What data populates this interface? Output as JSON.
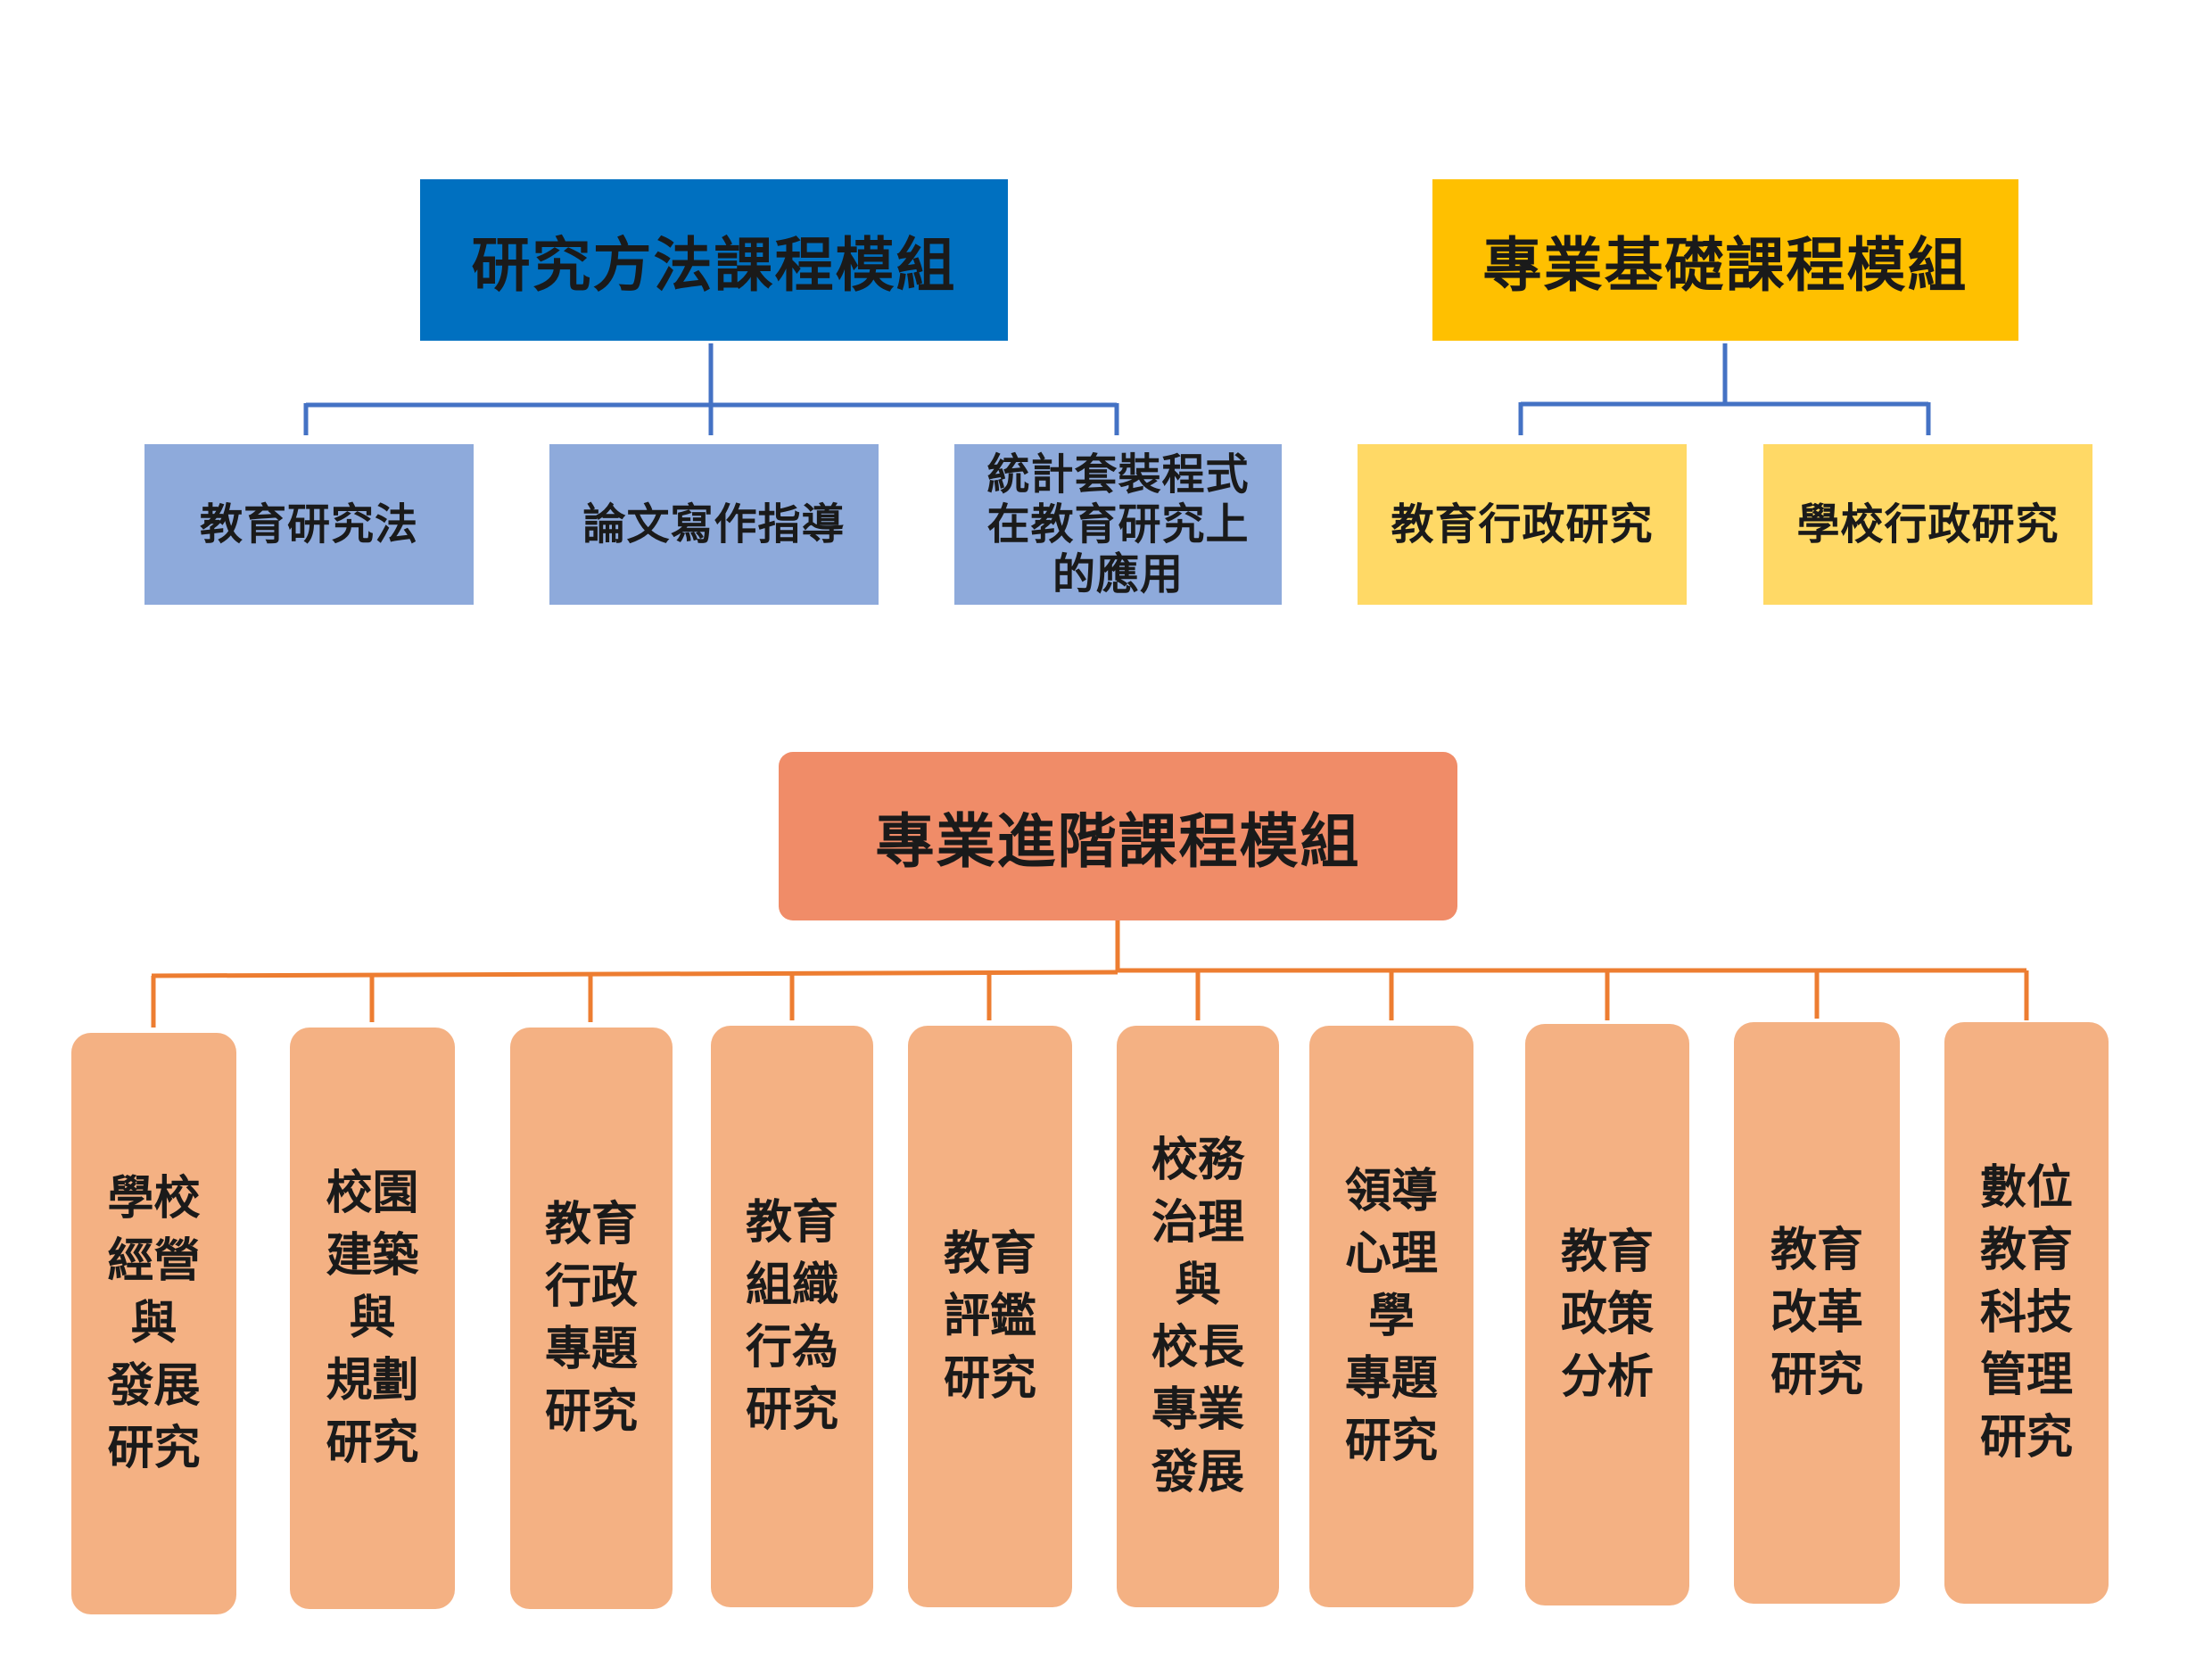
{
  "colors": {
    "blue_head": "#0070c0",
    "blue_sub": "#8eaadb",
    "blue_line": "#4472c4",
    "yellow_head": "#ffc000",
    "yellow_sub": "#ffd966",
    "orange_head": "#f08c68",
    "orange_sub": "#f4b183",
    "orange_line": "#ed7d31"
  },
  "research_module": {
    "title": "研究方法課程模組",
    "items": [
      "教育研究法",
      "論文寫作指導",
      "統計套裝程式\n在教育研究上\n的應用"
    ]
  },
  "foundation_module": {
    "title": "專業基礎課程模組",
    "items": [
      "教育行政研究",
      "學校行政研究"
    ]
  },
  "advanced_module": {
    "title": "專業進階課程模組",
    "items": [
      "學校\n經營\n與\n發展\n研究",
      "校園\n建築\n與\n規劃\n研究",
      "教育\n行政\n專題\n研究",
      "教育\n組織\n行為\n研究",
      "教育\n評鑑\n研究",
      "校務\n治理\n與\n校長\n專業\n發展",
      "領導\n心理\n學\n專題\n研究",
      "教育\n政策\n分析",
      "教育\n改革\n研究",
      "數位\n教育\n科技\n管理\n研究"
    ]
  }
}
